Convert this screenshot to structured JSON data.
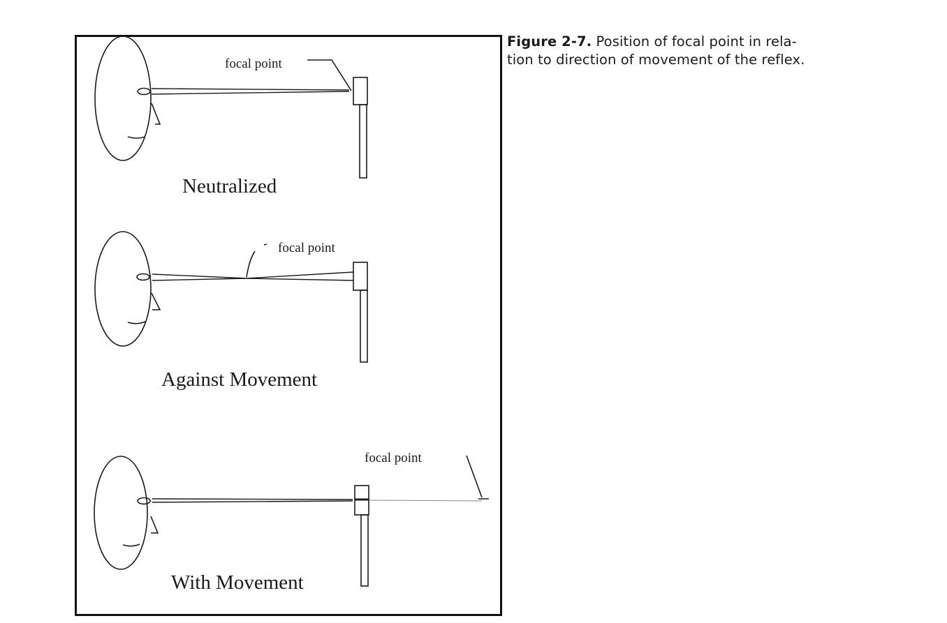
{
  "caption": {
    "label": "Figure 2-7.",
    "line1": " Position of focal point in rela-",
    "line2": "tion to direction of movement of the reflex."
  },
  "panels": [
    {
      "title": "Neutralized",
      "focal_label": "focal point"
    },
    {
      "title": "Against Movement",
      "focal_label": "focal point"
    },
    {
      "title": "With Movement",
      "focal_label": "focal point"
    }
  ],
  "colors": {
    "ink": "#1a1a1a",
    "border": "#111111",
    "background": "#ffffff"
  }
}
